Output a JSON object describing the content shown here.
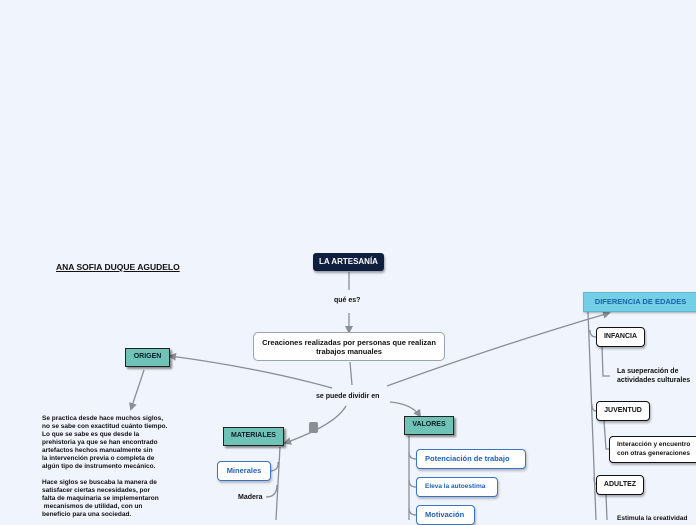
{
  "author": "ANA SOFIA DUQUE AGUDELO",
  "root": "LA ARTESANÍA",
  "link_what": "qué es?",
  "definition": "Creaciones realizadas por personas que realizan trabajos manuales",
  "link_divide": "se puede dividir en",
  "origen": {
    "title": "ORIGEN",
    "text": "Se practica desde hace muchos siglos,\nno se sabe con exactitud cuánto tiempo.\nLo que se sabe es que desde la\nprehistoria ya que se han encontrado\nartefactos hechos manualmente sin\nla intervención previa o completa de\nalgún tipo de instrumento mecánico.\n\nHace siglos se buscaba la manera de\nsatisfacer ciertas necesidades, por\nfalta de maquinaria se implementaron\n mecanismos de utilidad, con un\nbeneficio para una sociedad."
  },
  "materiales": {
    "title": "MATERIALES",
    "items": [
      "Minerales",
      "Madera"
    ]
  },
  "valores": {
    "title": "VALORES",
    "items": [
      "Potenciación de trabajo",
      "Eleva la autoestima",
      "Motivación"
    ]
  },
  "edades": {
    "title": "DIFERENCIA DE EDADES",
    "infancia": "INFANCIA",
    "infancia_text": "La sueperación de\nactividades culturales",
    "juventud": "JUVENTUD",
    "juventud_text": "Interacción y encuentro\ncon otras generaciones",
    "adultez": "ADULTEZ",
    "adultez_text": "Estimula la creatividad"
  },
  "colors": {
    "root_bg": "#0f1f3d",
    "teal_node": "#6fc2b6",
    "cyan_node": "#73cfe6",
    "link_blue": "#1f5fb8",
    "background": "#f0f4fc"
  }
}
